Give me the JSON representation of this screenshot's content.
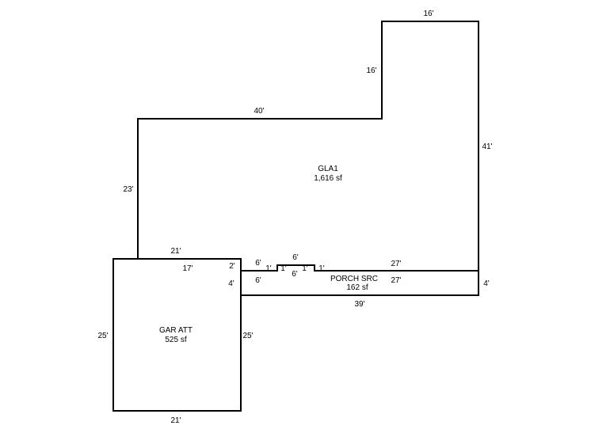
{
  "colors": {
    "background": "#ffffff",
    "line": "#000000",
    "text": "#000000"
  },
  "areas": {
    "gla1": {
      "name": "GLA1",
      "area": "1,616 sf"
    },
    "porch": {
      "name": "PORCH SRC",
      "area": "162 sf"
    },
    "garage": {
      "name": "GAR ATT",
      "area": "525 sf"
    }
  },
  "dimensions": {
    "gla_top_right": "16'",
    "gla_notch_vertical": "16'",
    "gla_top_left": "40'",
    "gla_right": "41'",
    "gla_left": "23'",
    "gla_bottom_right": "27'",
    "bump_top": "6'",
    "bump_left_side": "1'",
    "bump_right_side": "1'",
    "bump_inner_left": "1'",
    "bump_inner_right": "1'",
    "bump_bottom": "6'",
    "porch_left_top": "6'",
    "porch_left_bottom": "6'",
    "porch_top_right": "27'",
    "porch_left": "4'",
    "porch_right": "4'",
    "porch_bottom": "39'",
    "garage_top": "21'",
    "garage_top_inner": "17'",
    "garage_step": "2'",
    "garage_left": "25'",
    "garage_right": "25'",
    "garage_bottom": "21'"
  }
}
